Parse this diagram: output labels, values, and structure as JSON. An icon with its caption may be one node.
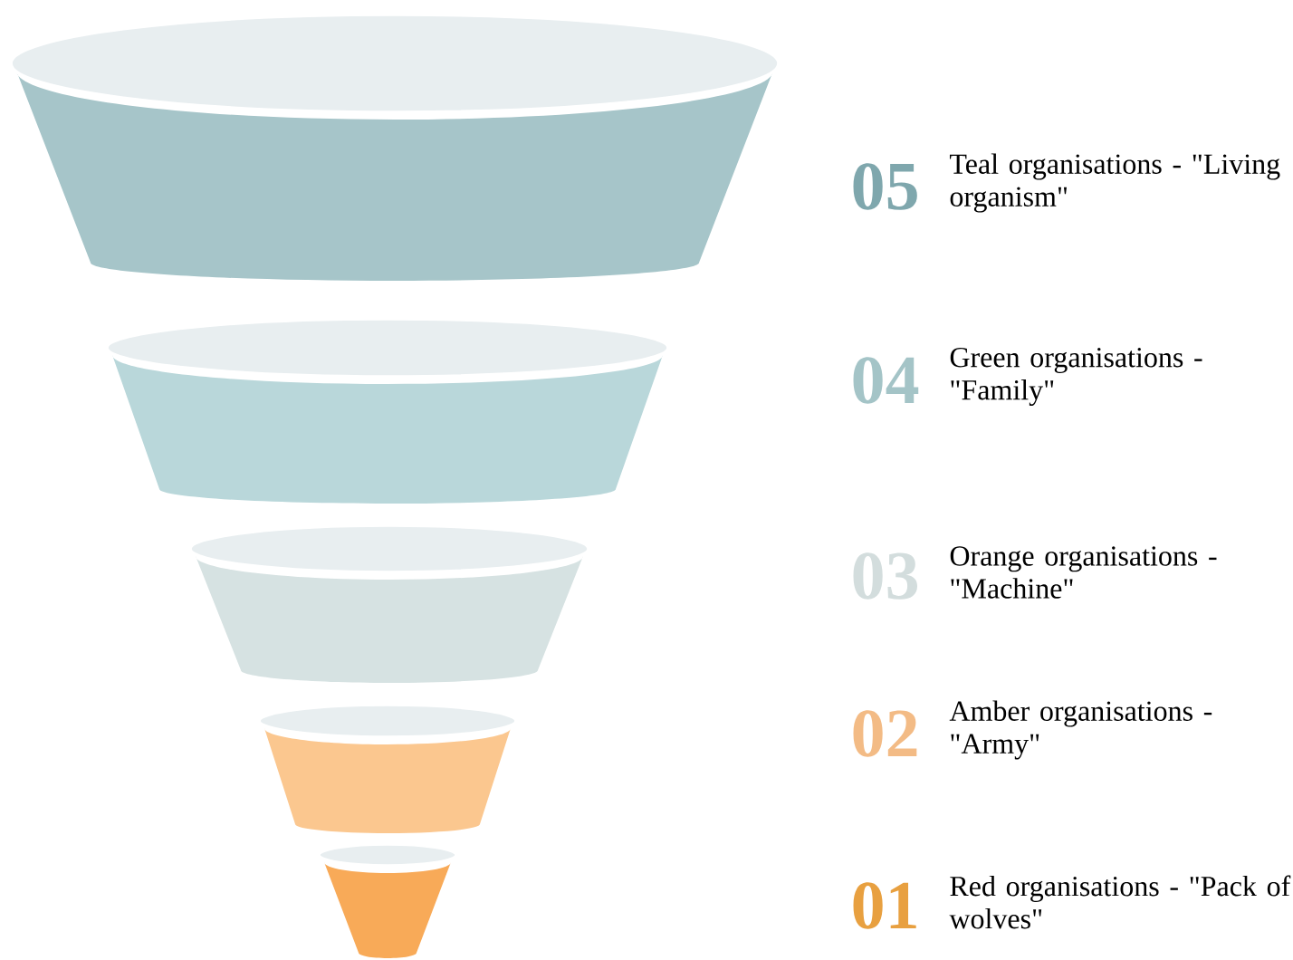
{
  "diagram": {
    "labels": [
      "05",
      "Teal organisations - \"Living organism\"",
      "04",
      "Green organisations - \"Family\"",
      "03",
      "Orange organisations - \"Machine\"",
      "02",
      "Amber organisations - \"Army\"",
      "01",
      "Red organisations - \"Pack of wolves\""
    ]
  }
}
